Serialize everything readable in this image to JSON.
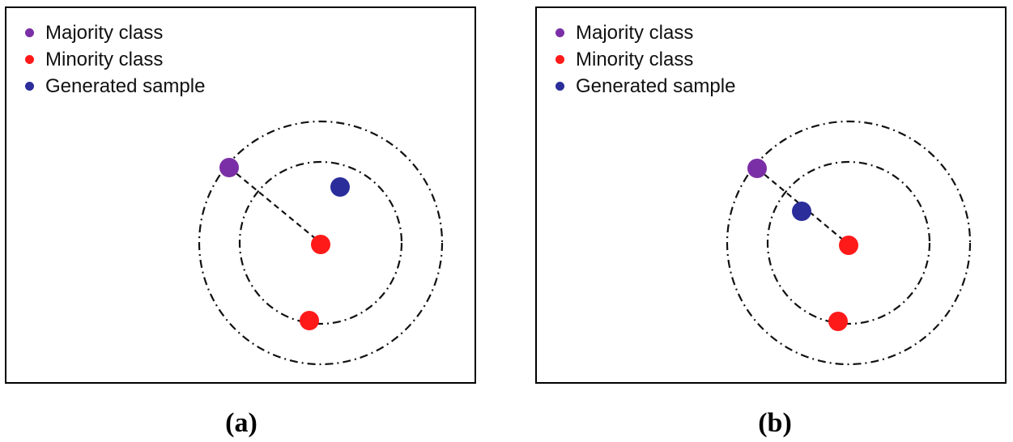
{
  "legend": {
    "majority": "Majority class",
    "minority": "Minority class",
    "generated": "Generated sample"
  },
  "colors": {
    "majority": "#7b2fa6",
    "minority": "#ff1a1a",
    "generated": "#2b2d9a",
    "line": "#111111"
  },
  "panels": [
    {
      "id": "a",
      "caption": "(a)",
      "generated_position": "off-line, inside outer circle"
    },
    {
      "id": "b",
      "caption": "(b)",
      "generated_position": "on line between majority and minority sample"
    }
  ]
}
